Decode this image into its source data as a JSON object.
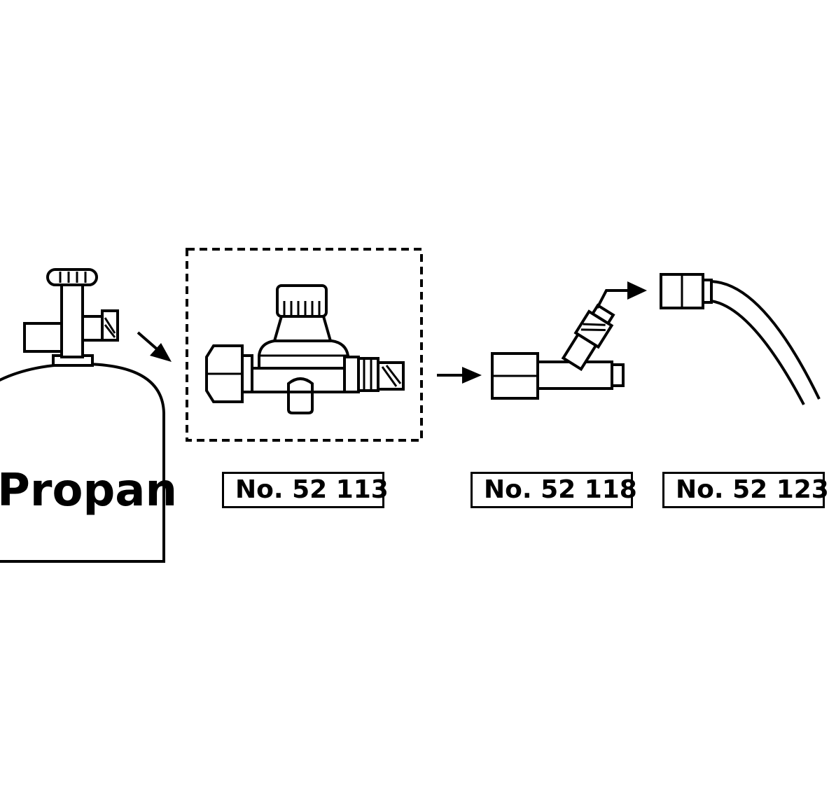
{
  "tank": {
    "label": "Propan"
  },
  "components": [
    {
      "id": "regulator",
      "part_number": "No. 52 113",
      "highlighted": true
    },
    {
      "id": "adapter",
      "part_number": "No. 52 118"
    },
    {
      "id": "hose",
      "part_number": "No. 52 123"
    }
  ],
  "colors": {
    "line": "#000000",
    "background": "#ffffff"
  }
}
